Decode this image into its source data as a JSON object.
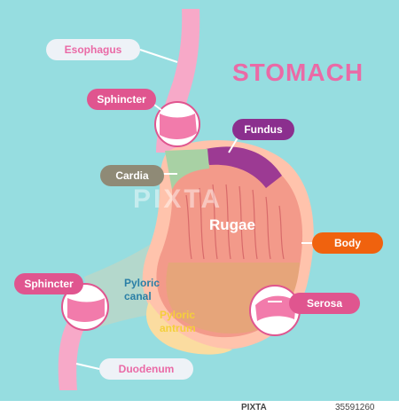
{
  "title": "STOMACH",
  "labels": {
    "esophagus": "Esophagus",
    "sphincter_top": "Sphincter",
    "fundus": "Fundus",
    "cardia": "Cardia",
    "rugae": "Rugae",
    "body": "Body",
    "sphincter_bottom": "Sphincter",
    "pyloric_canal_line1": "Pyloric",
    "pyloric_canal_line2": "canal",
    "pyloric_antrum_line1": "Pyloric",
    "pyloric_antrum_line2": "antrum",
    "serosa": "Serosa",
    "duodenum": "Duodenum"
  },
  "watermark": "PIXTA",
  "footer": {
    "brand": "PIXTA",
    "id": "35591260"
  },
  "colors": {
    "background": "#96dde0",
    "esophagus": "#f7a9c8",
    "fundus": "#8b2f8e",
    "cardia": "#8f8a76",
    "body": "#f0620e",
    "sphincter": "#e0558f",
    "serosa": "#e0558f",
    "pyloric_canal_text": "#2a7fa6",
    "pyloric_antrum_text": "#f4cf3a",
    "title": "#ea6aa6"
  }
}
